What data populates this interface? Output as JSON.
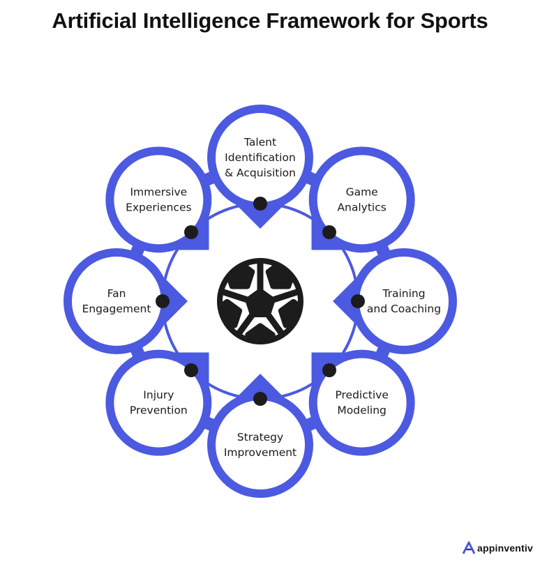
{
  "title": "Artificial Intelligence Framework for Sports",
  "brand": {
    "name": "appinventiv",
    "logo_icon": "appinventiv-logo-icon"
  },
  "colors": {
    "accent": "#4b5ae0",
    "dot": "#1c1c1c",
    "text": "#1a1a1a"
  },
  "center_icon": "soccer-ball-icon",
  "nodes": [
    {
      "id": "talent",
      "lines": [
        "Talent",
        "Identification",
        "& Acquisition"
      ]
    },
    {
      "id": "game-analytics",
      "lines": [
        "Game",
        "Analytics"
      ]
    },
    {
      "id": "training",
      "lines": [
        "Training",
        "and Coaching"
      ]
    },
    {
      "id": "predictive",
      "lines": [
        "Predictive",
        "Modeling"
      ]
    },
    {
      "id": "strategy",
      "lines": [
        "Strategy",
        "Improvement"
      ]
    },
    {
      "id": "injury",
      "lines": [
        "Injury",
        "Prevention"
      ]
    },
    {
      "id": "fan-engagement",
      "lines": [
        "Fan",
        "Engagement"
      ]
    },
    {
      "id": "immersive",
      "lines": [
        "Immersive",
        "Experiences"
      ]
    }
  ]
}
